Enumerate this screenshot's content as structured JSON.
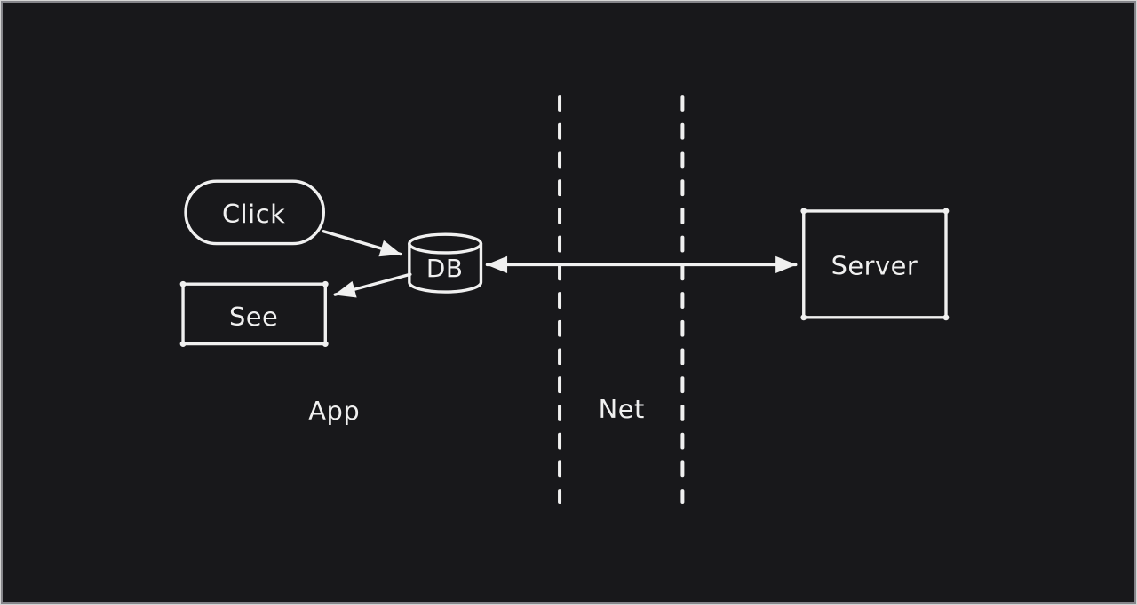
{
  "colors": {
    "canvas_bg": "#18181b",
    "stroke": "#f0f0f0",
    "frame_border": "#85858a"
  },
  "nodes": {
    "click": {
      "label": "Click",
      "shape": "rounded-pill"
    },
    "see": {
      "label": "See",
      "shape": "rectangle"
    },
    "db": {
      "label": "DB",
      "shape": "cylinder"
    },
    "server": {
      "label": "Server",
      "shape": "rectangle"
    }
  },
  "zones": {
    "app": {
      "label": "App"
    },
    "net": {
      "label": "Net"
    }
  },
  "edges": [
    {
      "from": "click",
      "to": "db",
      "type": "arrow"
    },
    {
      "from": "db",
      "to": "see",
      "type": "arrow"
    },
    {
      "from": "db",
      "to": "server",
      "type": "double-arrow"
    }
  ]
}
